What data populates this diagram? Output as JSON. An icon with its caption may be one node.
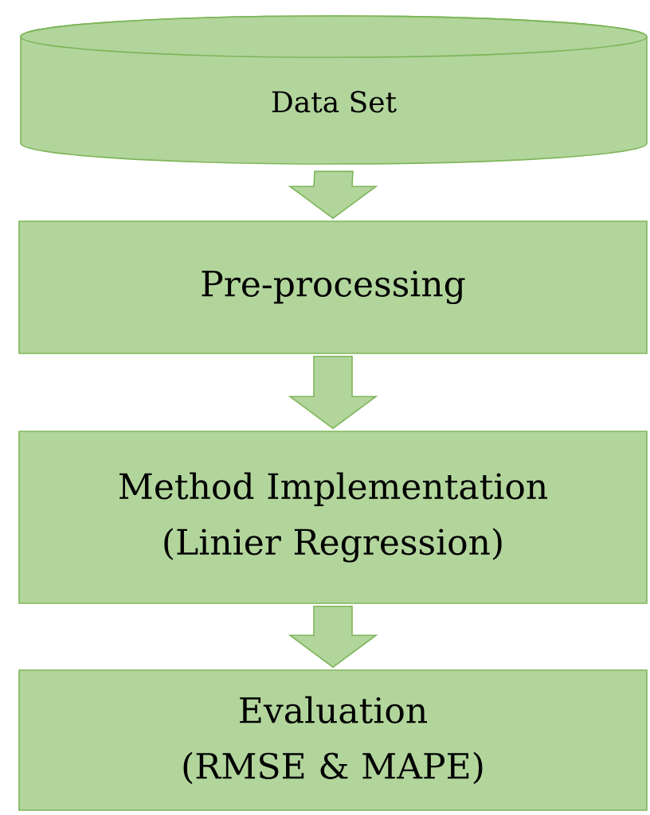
{
  "diagram": {
    "nodes": [
      {
        "text": [
          "Data Set"
        ]
      },
      {
        "text": [
          "Pre-processing"
        ]
      },
      {
        "text": [
          "Method Implementation (Linier Regression)"
        ]
      },
      {
        "text": [
          "Evaluation (RMSE & MAPE)"
        ]
      }
    ],
    "edges": [
      {
        "from": 0,
        "to": 1,
        "arrow": "to"
      },
      {
        "from": 1,
        "to": 2,
        "arrow": "to"
      },
      {
        "from": 2,
        "to": 3,
        "arrow": "to"
      }
    ]
  }
}
